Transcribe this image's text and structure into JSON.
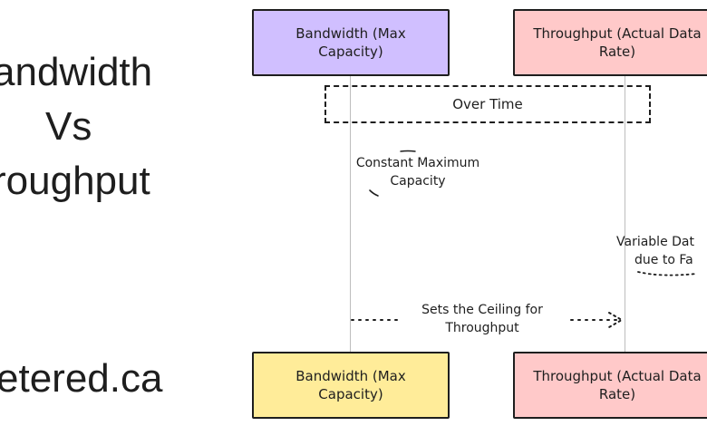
{
  "title": {
    "line1": "andwidth",
    "line2": "Vs",
    "line3": "roughput"
  },
  "footer_url": "etered.ca",
  "participants": {
    "top_left": {
      "line1": "Bandwidth (Max",
      "line2": "Capacity)"
    },
    "top_right": {
      "line1": "Throughput (Actual Data",
      "line2": "Rate)"
    },
    "bottom_left": {
      "line1": "Bandwidth (Max",
      "line2": "Capacity)"
    },
    "bottom_right": {
      "line1": "Throughput (Actual Data",
      "line2": "Rate)"
    }
  },
  "frame_label": "Over Time",
  "notes": {
    "left": {
      "line1": "Constant Maximum",
      "line2": "Capacity"
    },
    "right": {
      "line1": "Variable Dat",
      "line2": "due to Fa"
    }
  },
  "message": {
    "line1": "Sets the Ceiling for",
    "line2": "Throughput"
  },
  "colors": {
    "bandwidth_top": "#d0bfff",
    "throughput": "#ffc9c9",
    "bandwidth_bottom": "#ffec99",
    "stroke": "#1e1e1e"
  }
}
